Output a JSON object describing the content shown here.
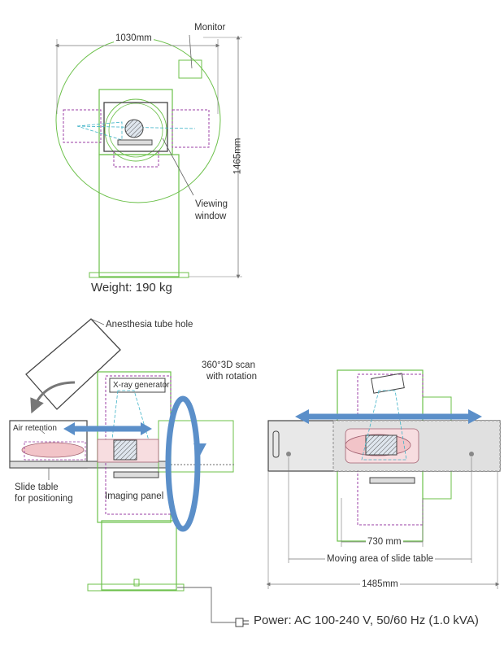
{
  "front_view": {
    "width_dim": "1030mm",
    "height_dim": "1465mm",
    "monitor_label": "Monitor",
    "viewing_window_line1": "Viewing",
    "viewing_window_line2": "window",
    "weight": "Weight: 190 kg"
  },
  "side_view": {
    "anesthesia_label": "Anesthesia tube hole",
    "scan_line1": "360°3D scan",
    "scan_line2": "with rotation",
    "xray_label": "X-ray generator",
    "air_retention_label": "Air retention",
    "slide_table_line1": "Slide table",
    "slide_table_line2": "for positioning",
    "imaging_panel_label": "Imaging panel"
  },
  "top_view": {
    "dim_730": "730 mm",
    "moving_area_label": "Moving area of slide table",
    "dim_1485": "1485mm"
  },
  "power_label": "Power: AC 100-240 V, 50/60 Hz (1.0 kVA)",
  "colors": {
    "outline_green": "#6cc04a",
    "dashed_purple": "#9b3fa5",
    "beam_cyan": "#3fb3c8",
    "arrow_blue": "#5b8fc9",
    "dim_gray": "#777777",
    "pink": "#f2c4c8"
  }
}
